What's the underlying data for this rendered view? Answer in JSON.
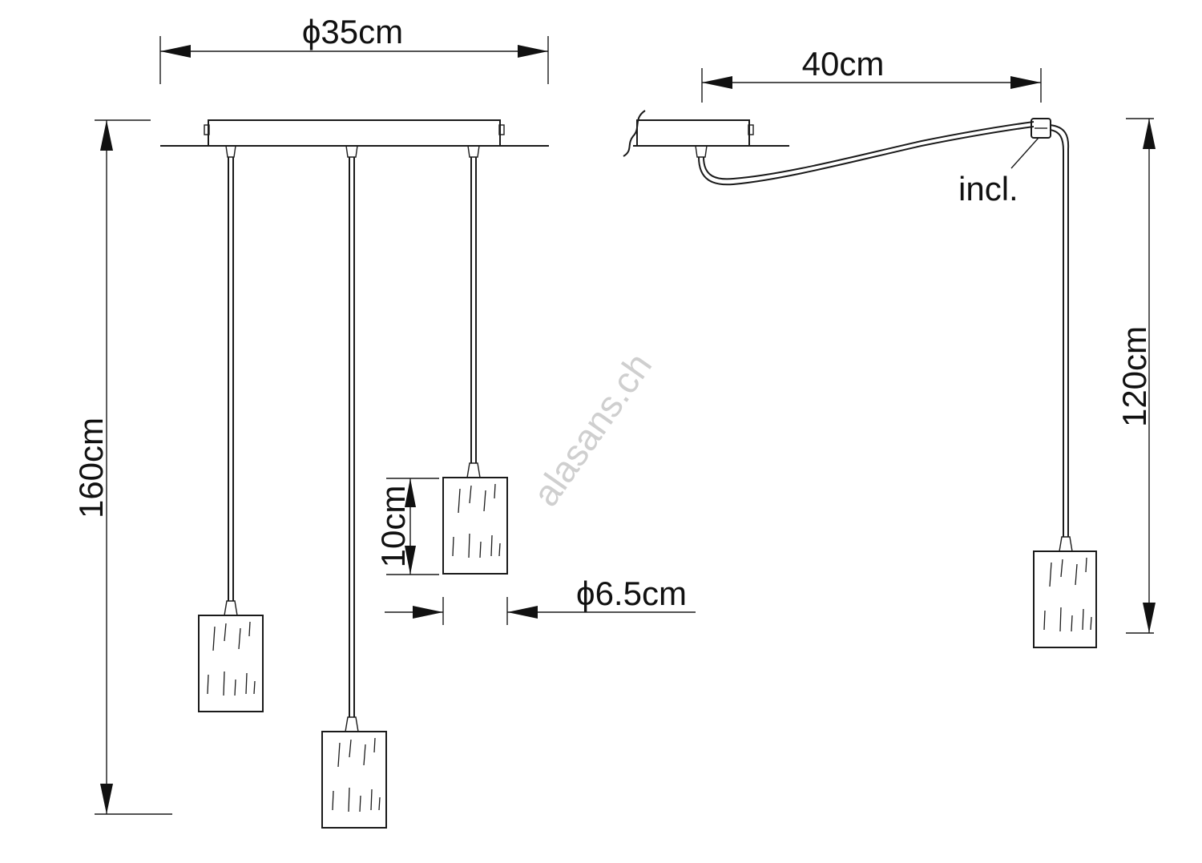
{
  "dimensions": {
    "canopy_diameter": "ϕ35cm",
    "total_height": "160cm",
    "shade_height": "10cm",
    "shade_diameter": "ϕ6.5cm",
    "arm_reach": "40cm",
    "drop_length": "120cm"
  },
  "callout": {
    "included_label": "incl."
  },
  "watermark": {
    "text": "alasans.ch"
  },
  "colors": {
    "line": "#1a1a1a",
    "watermark": "#cfcfcf",
    "background": "#ffffff"
  }
}
